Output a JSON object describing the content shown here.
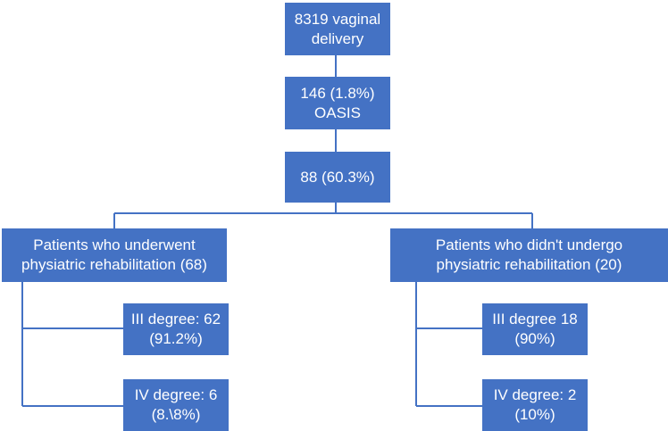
{
  "nodes": {
    "total": {
      "line1": "8319 vaginal",
      "line2": "delivery"
    },
    "oasis": {
      "line1": "146 (1.8%)",
      "line2": "OASIS"
    },
    "included": {
      "line1": "88 (60.3%)"
    },
    "rehab": {
      "line1": "Patients who underwent",
      "line2": "physiatric rehabilitation (68)"
    },
    "no_rehab": {
      "line1": "Patients who didn't undergo",
      "line2": "physiatric rehabilitation (20)"
    },
    "rehab_iii": {
      "line1": "III degree: 62",
      "line2": "(91.2%)"
    },
    "rehab_iv": {
      "line1": "IV degree: 6",
      "line2": "(8.\\8%)"
    },
    "no_rehab_iii": {
      "line1": "III degree 18",
      "line2": "(90%)"
    },
    "no_rehab_iv": {
      "line1": "IV degree: 2",
      "line2": "(10%)"
    }
  },
  "colors": {
    "box": "#4472c4",
    "text": "#ffffff",
    "connector": "#4472c4"
  }
}
